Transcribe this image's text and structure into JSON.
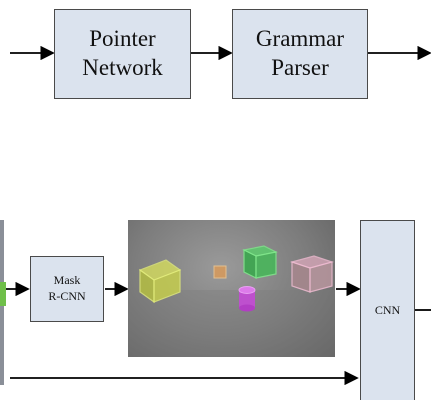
{
  "top_row": {
    "pointer_network": {
      "line1": "Pointer",
      "line2": "Network"
    },
    "grammar_parser": {
      "line1": "Grammar",
      "line2": "Parser"
    }
  },
  "bottom_row": {
    "mask_rcnn": {
      "line1": "Mask",
      "line2": "R-CNN"
    },
    "cnn": {
      "label": "CNN"
    }
  },
  "colors": {
    "box_fill": "#dbe3ee",
    "box_border": "#4a4a4a",
    "arrow": "#000000",
    "cube_yellow": "#d7e04a",
    "cube_green": "#3fbf55",
    "cube_pink": "#e2a8c0",
    "cube_orange": "#e0a060",
    "cylinder_magenta": "#c04ad0"
  }
}
